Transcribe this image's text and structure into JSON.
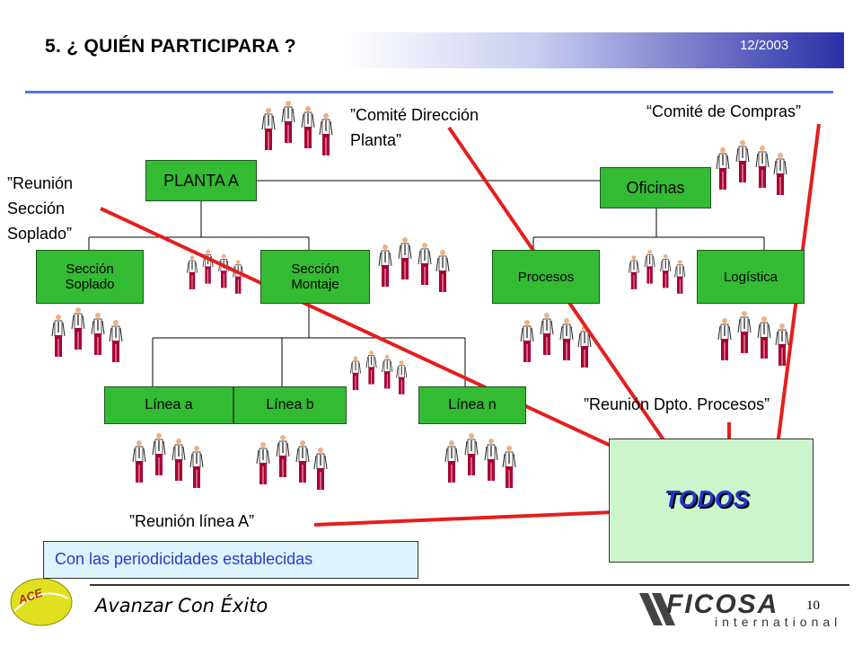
{
  "header": {
    "title": "5. ¿ QUIÉN PARTICIPARA ?",
    "date": "12/2003"
  },
  "org": {
    "planta": "PLANTA A",
    "oficinas": "Oficinas",
    "seccion_soplado": "Sección\nSoplado",
    "seccion_montaje": "Sección\nMontaje",
    "procesos": "Procesos",
    "logistica": "Logística",
    "linea_a": "Línea a",
    "linea_b": "Línea b",
    "linea_n": "Línea n"
  },
  "quotes": {
    "comite_direccion": "”Comité Dirección\n  Planta”",
    "comite_compras": "“Comité de Compras”",
    "reunion_soplado": "”Reunión\nSección\nSoplado”",
    "reunion_procesos": "”Reunión Dpto. Procesos”",
    "reunion_linea": "”Reunión línea A”"
  },
  "todos": "TODOS",
  "footer": {
    "note": "Con las periodicidades establecidas",
    "tagline": "Avanzar Con Éxito",
    "page": "10",
    "logo_badge": "ACE",
    "brand": "FICOSA",
    "brand_sub": "international"
  },
  "colors": {
    "box_green": "#33bb33",
    "arrow_red": "#e41e1e",
    "title_blue": "#2a2fa8",
    "todos_blue": "#2233cc"
  }
}
